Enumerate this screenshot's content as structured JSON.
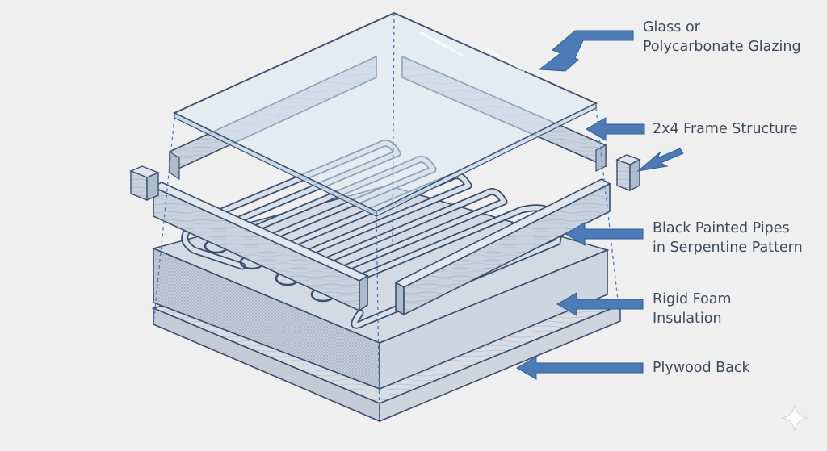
{
  "diagram": {
    "labels": {
      "glazing": "Glass or\nPolycarbonate Glazing",
      "frame": "2x4 Frame Structure",
      "pipes": "Black Painted Pipes\nin Serpentine Pattern",
      "insulation": "Rigid Foam\nInsulation",
      "plywood": "Plywood Back"
    }
  },
  "colors": {
    "background": "#efefef",
    "outline": "#3b4f6b",
    "arrow": "#4c7bb5",
    "wood": "#c9d3df",
    "glass": "#dbe7f3",
    "foam": "#c3ccd8",
    "plywood": "#d9dee6",
    "pipe": "#d7dfe9",
    "label_text": "#3d4a5a"
  },
  "icons": {
    "arrow": "arrow-icon",
    "sparkle": "sparkle-icon"
  }
}
